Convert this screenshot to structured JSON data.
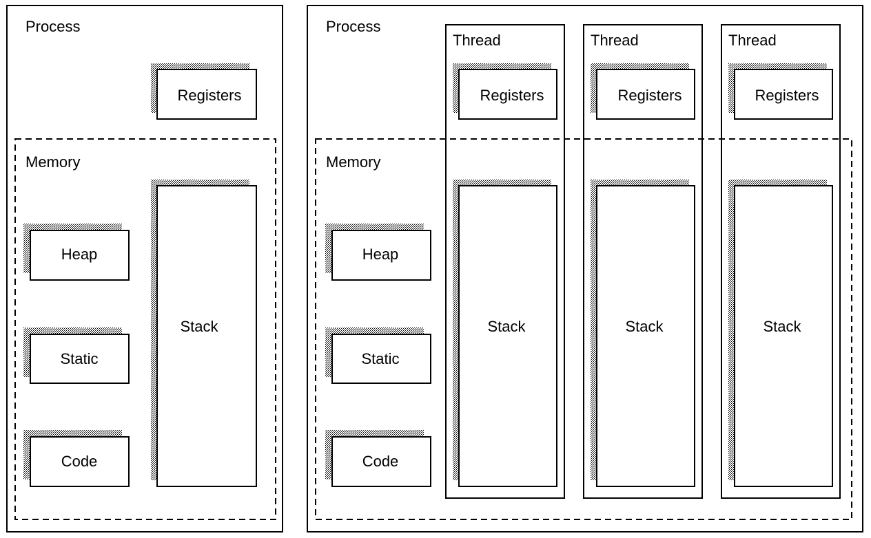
{
  "single_process": {
    "title": "Process",
    "registers": "Registers",
    "memory_title": "Memory",
    "heap": "Heap",
    "static": "Static",
    "code": "Code",
    "stack": "Stack"
  },
  "multi_process": {
    "title": "Process",
    "memory_title": "Memory",
    "heap": "Heap",
    "static": "Static",
    "code": "Code",
    "threads": [
      {
        "title": "Thread",
        "registers": "Registers",
        "stack": "Stack"
      },
      {
        "title": "Thread",
        "registers": "Registers",
        "stack": "Stack"
      },
      {
        "title": "Thread",
        "registers": "Registers",
        "stack": "Stack"
      }
    ]
  },
  "colors": {
    "stroke": "#000000",
    "background": "#ffffff"
  }
}
